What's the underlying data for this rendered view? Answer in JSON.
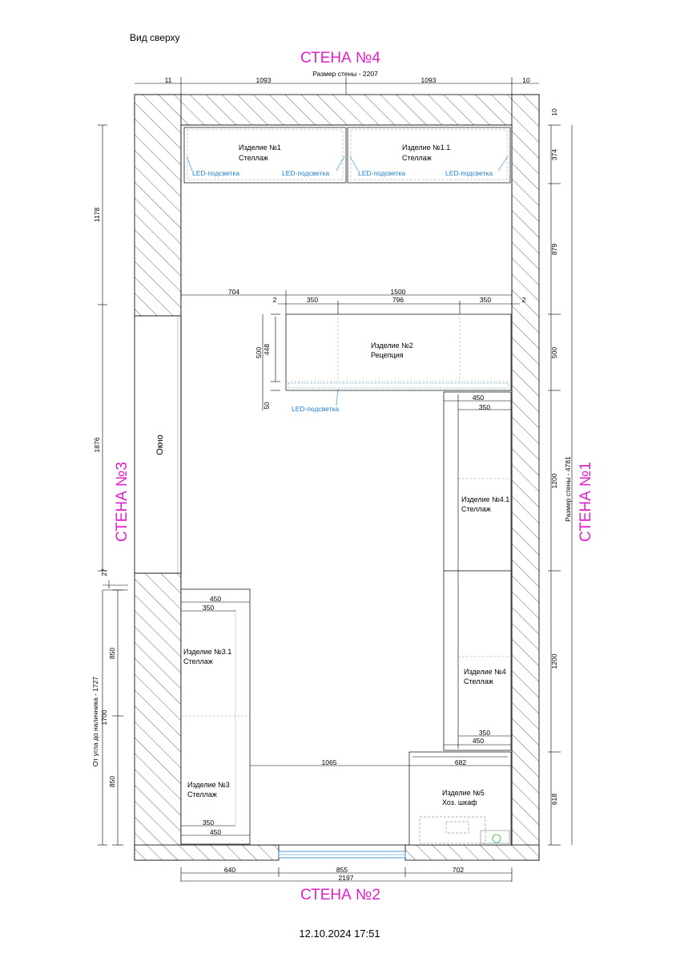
{
  "title": "Вид сверху",
  "walls": {
    "wall1": "СТЕНА №1",
    "wall2": "СТЕНА №2",
    "wall3": "СТЕНА №3",
    "wall4": "СТЕНА №4"
  },
  "wall_size_top": "Размер стены - 2207",
  "wall_size_right": "Размер стены - 4781",
  "window_label": "Окно",
  "corner_label": "От угла до наличника - 1727",
  "led_label": "LED-подсветка",
  "items": {
    "item1": {
      "name": "Изделие №1",
      "type": "Стеллаж"
    },
    "item1_1": {
      "name": "Изделие №1.1",
      "type": "Стеллаж"
    },
    "item2": {
      "name": "Изделие №2",
      "type": "Рецепция"
    },
    "item3": {
      "name": "Изделие №3",
      "type": "Стеллаж"
    },
    "item3_1": {
      "name": "Изделие №3.1",
      "type": "Стеллаж"
    },
    "item4": {
      "name": "Изделие №4",
      "type": "Стеллаж"
    },
    "item4_1": {
      "name": "Изделие №4.1",
      "type": "Стеллаж"
    },
    "item5": {
      "name": "Изделие №5",
      "type": "Хоз. шкаф"
    }
  },
  "dims": {
    "top_left_gap": "11",
    "top_half_left": "1093",
    "top_half_right": "1093",
    "top_right_gap": "10",
    "right_top_gap": "10",
    "right_shelf": "374",
    "right_passage": "879",
    "right_reception": "500",
    "right_item41": "1200",
    "right_item4": "1200",
    "right_item5": "618",
    "left_upper": "1178",
    "left_window": "1876",
    "left_small": "27",
    "left_850_a": "850",
    "left_1700": "1700",
    "left_850_b": "850",
    "rec_gap_left": "704",
    "rec_total": "1500",
    "rec_gap_a": "2",
    "rec_seg_a": "350",
    "rec_seg_mid": "796",
    "rec_seg_b": "350",
    "rec_gap_b": "2",
    "rec_depth_outer": "500",
    "rec_depth_inner": "448",
    "rec_led_depth": "50",
    "i4_depth_outer_top": "450",
    "i4_depth_inner_top": "350",
    "i4_depth_inner_bot": "350",
    "i4_depth_outer_bot": "450",
    "i3_depth_outer_top": "450",
    "i3_depth_inner_top": "350",
    "i3_depth_inner_bot": "350",
    "i3_depth_outer_bot": "450",
    "passage_bottom": "1065",
    "item5_width": "682",
    "bottom_left": "640",
    "bottom_door": "855",
    "bottom_right": "702",
    "bottom_total": "2197"
  },
  "date": "12.10.2024 17:51"
}
